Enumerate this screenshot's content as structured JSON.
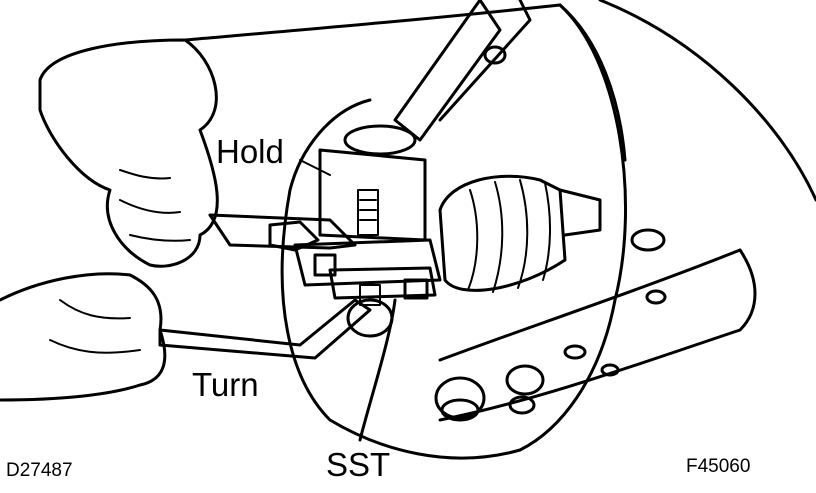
{
  "labels": {
    "hold": "Hold",
    "turn": "Turn",
    "sst": "SST",
    "left_code": "D27487",
    "right_code": "F45060"
  }
}
